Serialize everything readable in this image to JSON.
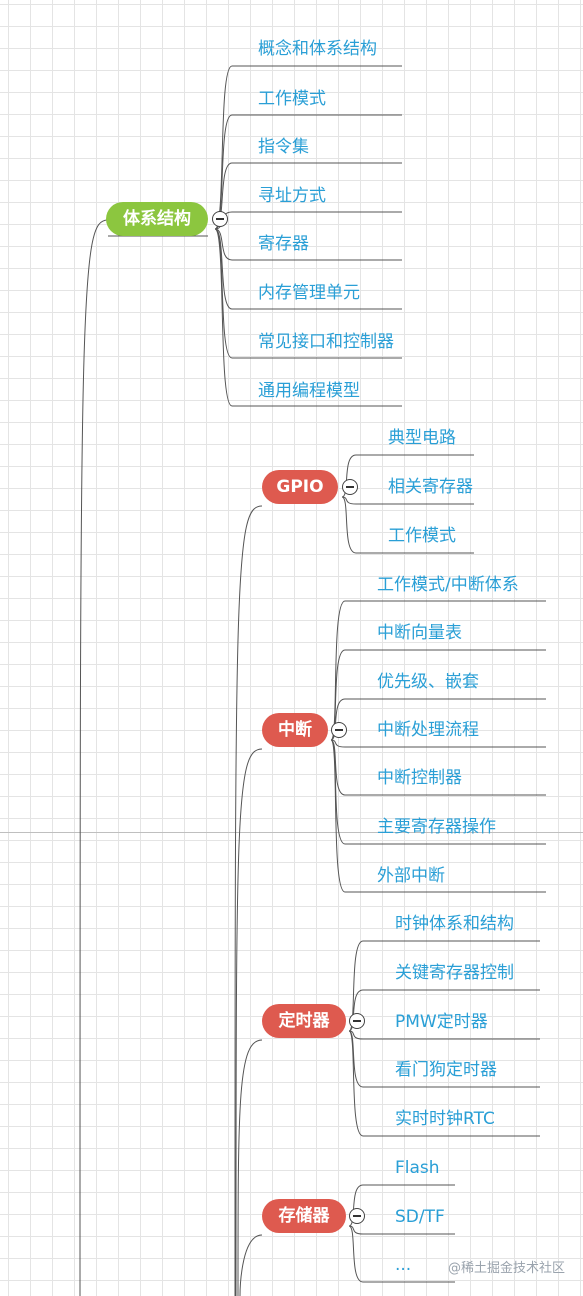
{
  "branches": [
    {
      "label": "体系结构",
      "color": "green",
      "children": [
        "概念和体系结构",
        "工作模式",
        "指令集",
        "寻址方式",
        "寄存器",
        "内存管理单元",
        "常见接口和控制器",
        "通用编程模型"
      ]
    },
    {
      "label": "GPIO",
      "color": "red",
      "children": [
        "典型电路",
        "相关寄存器",
        "工作模式"
      ]
    },
    {
      "label": "中断",
      "color": "red",
      "children": [
        "工作模式/中断体系",
        "中断向量表",
        "优先级、嵌套",
        "中断处理流程",
        "中断控制器",
        "主要寄存器操作",
        "外部中断"
      ]
    },
    {
      "label": "定时器",
      "color": "red",
      "children": [
        "时钟体系和结构",
        "关键寄存器控制",
        "PMW定时器",
        "看门狗定时器",
        "实时时钟RTC"
      ]
    },
    {
      "label": "存储器",
      "color": "red",
      "children": [
        "Flash",
        "SD/TF",
        "..."
      ]
    }
  ],
  "watermark": "@稀土掘金技术社区",
  "icons": {
    "collapse": "minus-circle-icon"
  }
}
